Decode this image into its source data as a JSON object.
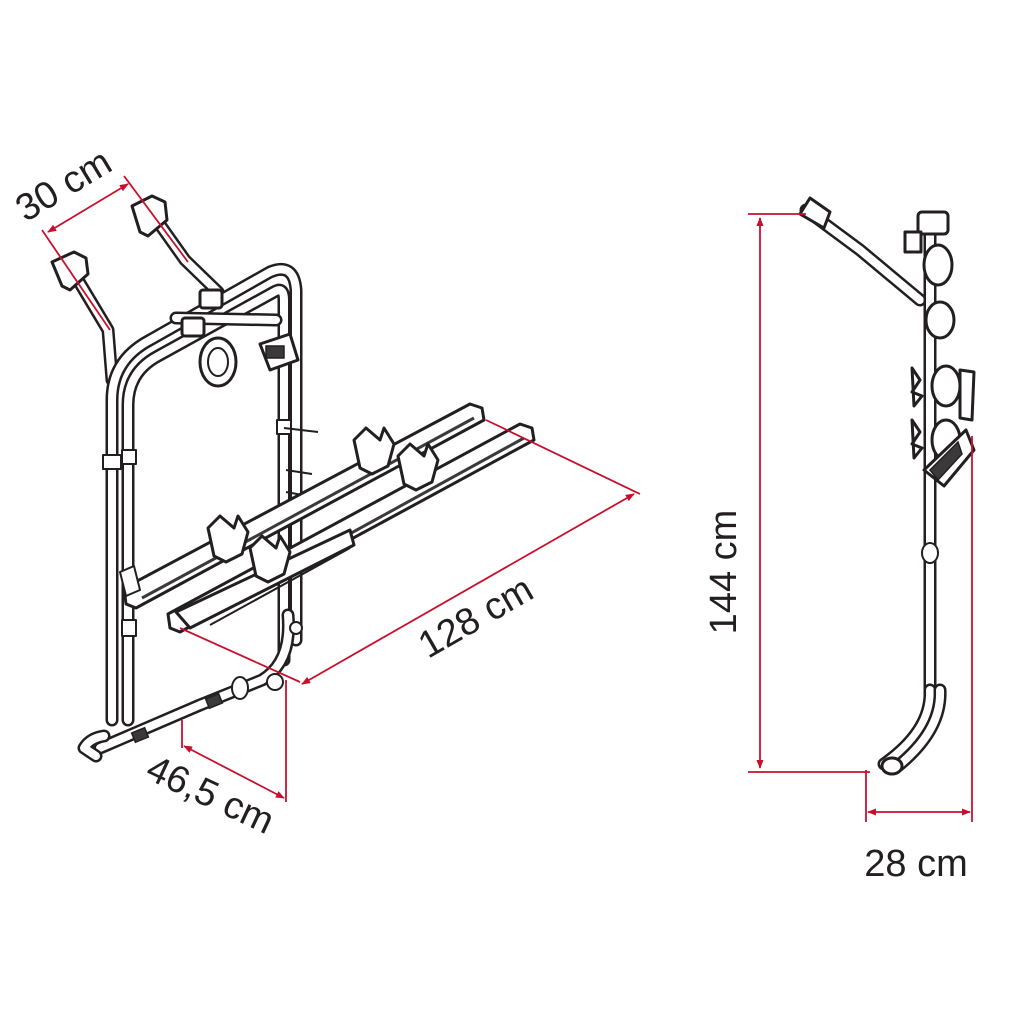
{
  "dimensions": {
    "width_top": "30 cm",
    "length": "128 cm",
    "depth": "46,5 cm",
    "height": "144 cm",
    "side_depth": "28 cm"
  },
  "colors": {
    "dimension_line": "#c8102e",
    "outline": "#231f20",
    "background": "#ffffff"
  }
}
